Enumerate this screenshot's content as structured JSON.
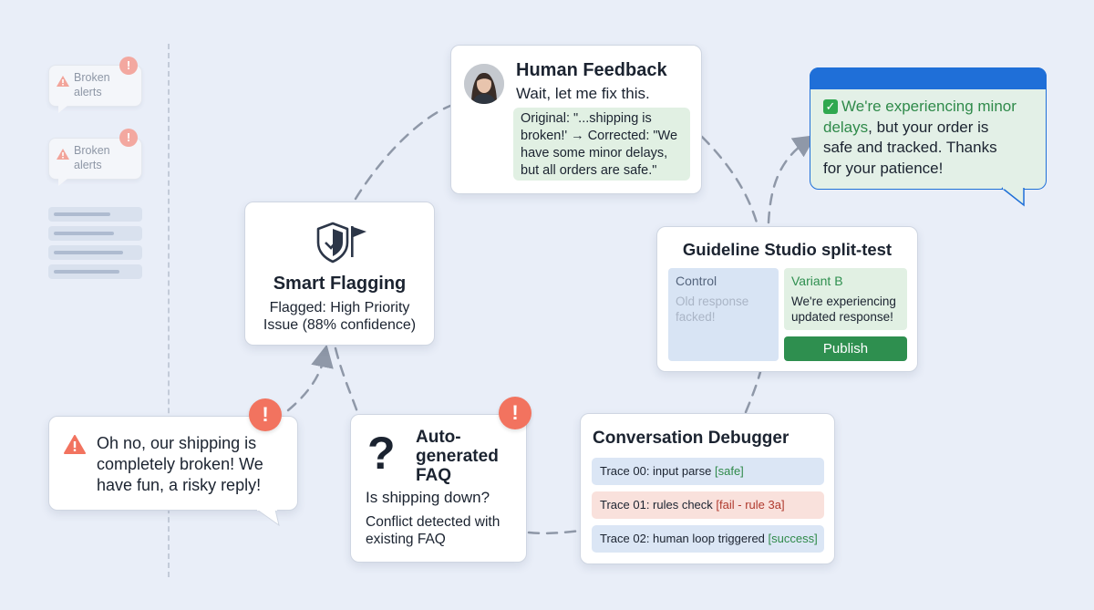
{
  "sidebar": {
    "alerts": [
      {
        "label": "Broken\nalerts",
        "badge": "!"
      },
      {
        "label": "Broken\nalerts",
        "badge": "!"
      }
    ]
  },
  "shipping_message": {
    "badge": "!",
    "text_line1": "Oh no, our shipping is",
    "text_line2": "completely broken! We",
    "text_line3": "have fun, a risky reply!"
  },
  "smart_flagging": {
    "title": "Smart Flagging",
    "line1": "Flagged: High Priority",
    "line2": "Issue (88% confidence)"
  },
  "human_feedback": {
    "title": "Human Feedback",
    "subtitle": "Wait, let me fix this.",
    "correction_line1": "Original: \"...shipping is",
    "correction_line2": "broken!' → Corrected: \"We",
    "correction_line3": "have some minor delays,",
    "correction_line4": "but all orders are safe.\""
  },
  "reply": {
    "check": "✓",
    "highlight1": "We're experiencing minor",
    "highlight2": "delays",
    "rest_line2": ", but your order is",
    "line3": "safe and tracked. Thanks",
    "line4": "for your patience!"
  },
  "guideline_studio": {
    "title": "Guideline Studio split-test",
    "control_label": "Control",
    "control_text1": "Old response",
    "control_text2": "facked!",
    "variant_label": "Variant B",
    "variant_text1": "We're experiencing",
    "variant_text2": "updated response!",
    "publish_label": "Publish"
  },
  "faq": {
    "badge": "!",
    "icon": "?",
    "title_line1": "Auto-",
    "title_line2": "generated",
    "title_line3": "FAQ",
    "question": "Is shipping down?",
    "conflict_line1": "Conflict detected with",
    "conflict_line2": "existing FAQ"
  },
  "debugger": {
    "title": "Conversation Debugger",
    "traces": [
      {
        "label": "Trace 00: input parse ",
        "status": "[safe]",
        "bg": "#dbe6f5"
      },
      {
        "label": "Trace 01: rules check ",
        "status": "[fail - rule 3a]",
        "bg": "#f9e1dc"
      },
      {
        "label": "Trace 02: human loop triggered ",
        "status": "[success]",
        "bg": "#dbe6f5"
      }
    ]
  },
  "colors": {
    "background": "#e9eef8",
    "alert_red": "#f2735f",
    "accent_blue": "#1f6fd8",
    "success_green": "#2e8f4f"
  }
}
